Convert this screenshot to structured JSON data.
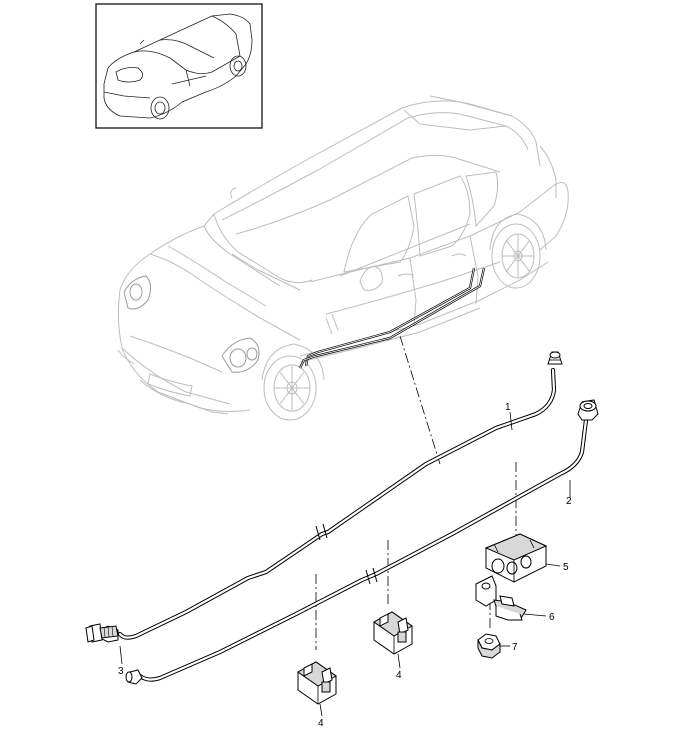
{
  "callouts": [
    {
      "id": "1",
      "label": "1"
    },
    {
      "id": "2",
      "label": "2"
    },
    {
      "id": "3",
      "label": "3"
    },
    {
      "id": "4a",
      "label": "4"
    },
    {
      "id": "4b",
      "label": "4"
    },
    {
      "id": "5",
      "label": "5"
    },
    {
      "id": "6",
      "label": "6"
    },
    {
      "id": "7",
      "label": "7"
    }
  ],
  "icons": {
    "thumbnail": "car-overview-icon",
    "vehicle": "vehicle-outline-icon",
    "line1": "brake-line-1-icon",
    "line2": "brake-line-2-icon",
    "bolt": "bolt-icon",
    "clip": "line-clip-icon",
    "holder": "line-holder-icon",
    "bracket": "bracket-icon",
    "nut": "nut-icon"
  }
}
